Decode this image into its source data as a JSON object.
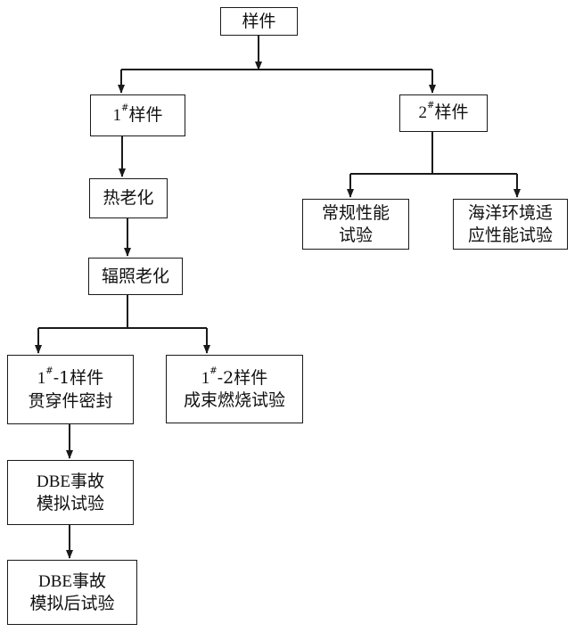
{
  "diagram": {
    "root": {
      "label": "样件"
    },
    "sample1": {
      "number": "1",
      "mark": "#",
      "text": "样件"
    },
    "sample2": {
      "number": "2",
      "mark": "#",
      "text": "样件"
    },
    "thermal_aging": {
      "label": "热老化"
    },
    "radiation_aging": {
      "label": "辐照老化"
    },
    "sample1_1": {
      "number": "1",
      "mark": "#",
      "suffix": "-1样件",
      "line2": "贯穿件密封"
    },
    "sample1_2": {
      "number": "1",
      "mark": "#",
      "suffix": "-2样件",
      "line2": "成束燃烧试验"
    },
    "dbe_sim": {
      "line1_latin": "DBE",
      "line1_cjk": "事故",
      "line2": "模拟试验"
    },
    "dbe_post": {
      "line1_latin": "DBE",
      "line1_cjk": "事故",
      "line2": "模拟后试验"
    },
    "conventional": {
      "line1": "常规性能",
      "line2": "试验"
    },
    "marine": {
      "line1": "海洋环境适",
      "line2": "应性能试验"
    }
  },
  "style": {
    "line_color": "#1a1a1a",
    "border_color": "#1a1a1a",
    "background": "#ffffff"
  }
}
